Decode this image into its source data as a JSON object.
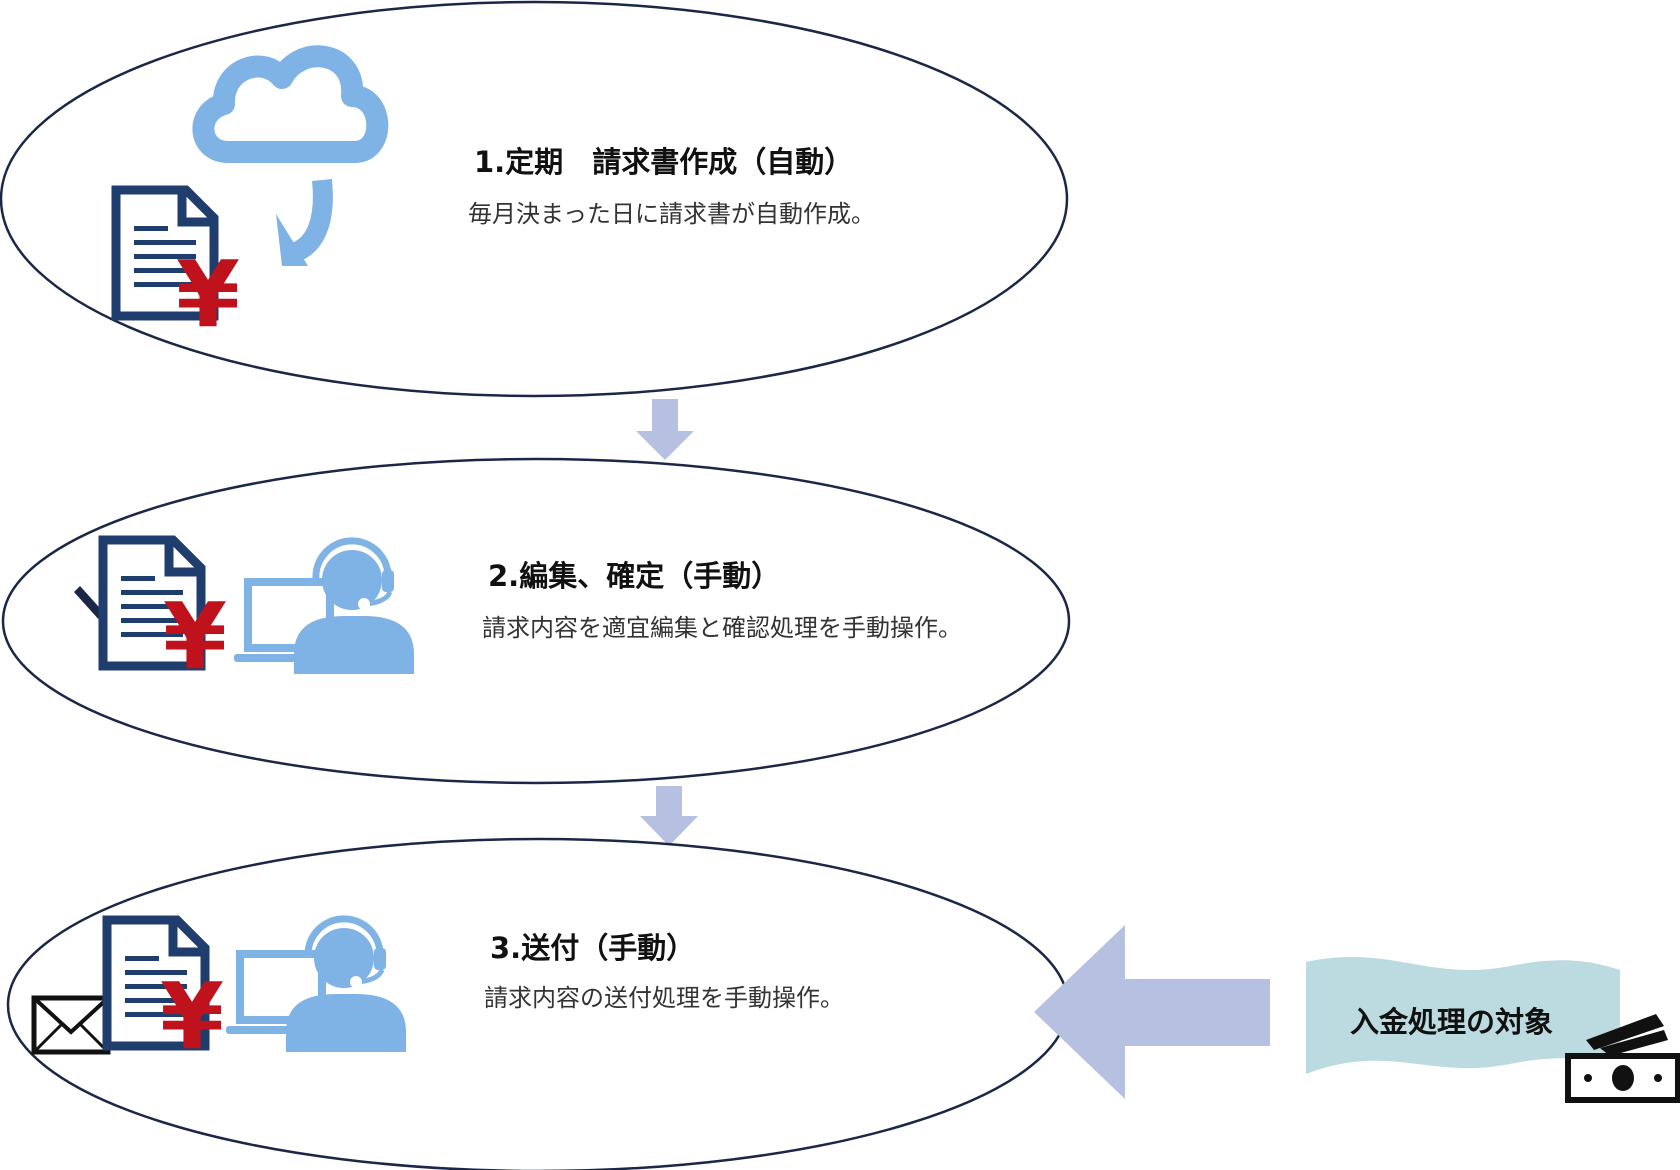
{
  "colors": {
    "outline": "#1b2746",
    "doc": "#1f3e6e",
    "yen": "#c0121c",
    "light_blue": "#7fb2e5",
    "arrow": "#b6c0e0",
    "badge_bg": "#bcdbe0"
  },
  "steps": [
    {
      "title": "1.定期　請求書作成（自動）",
      "description": "毎月決まった日に請求書が自動作成。",
      "icons": [
        "cloud-icon",
        "refresh-arrow-icon",
        "invoice-document-icon",
        "yen-icon"
      ]
    },
    {
      "title": "2.編集、確定（手動）",
      "description": "請求内容を適宜編集と確認処理を手動操作。",
      "icons": [
        "pen-icon",
        "invoice-document-icon",
        "yen-icon",
        "laptop-icon",
        "operator-headset-icon"
      ]
    },
    {
      "title": "3.送付（手動）",
      "description": "請求内容の送付処理を手動操作。",
      "icons": [
        "envelope-icon",
        "invoice-document-icon",
        "yen-icon",
        "laptop-icon",
        "operator-headset-icon"
      ]
    }
  ],
  "yen_symbol": "¥",
  "badge": {
    "label": "入金処理の対象",
    "icon": "money-icon"
  }
}
